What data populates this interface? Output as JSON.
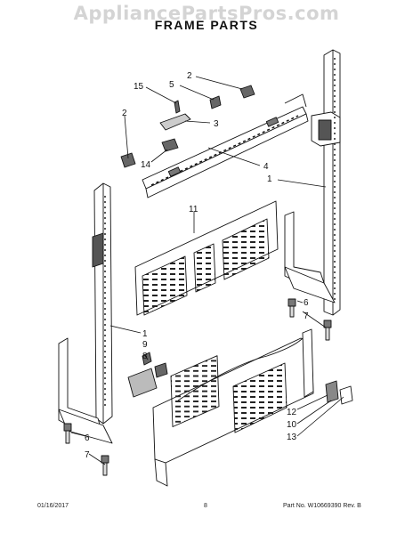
{
  "watermark": "AppliancePartsPros.com",
  "title": "FRAME PARTS",
  "footer": {
    "date": "01/16/2017",
    "page": "8",
    "part_rev": "Part No.  W10669390  Rev.  B"
  },
  "callouts": {
    "c2_top": "2",
    "c15": "15",
    "c5": "5",
    "c3": "3",
    "c2_left": "2",
    "c14": "14",
    "c4": "4",
    "c1_top": "1",
    "c11": "11",
    "c6_right": "6",
    "c7_right": "7",
    "c1_mid": "1",
    "c9": "9",
    "c8": "8",
    "c6_left": "6",
    "c7_left": "7",
    "c12": "12",
    "c10": "10",
    "c13": "13"
  }
}
